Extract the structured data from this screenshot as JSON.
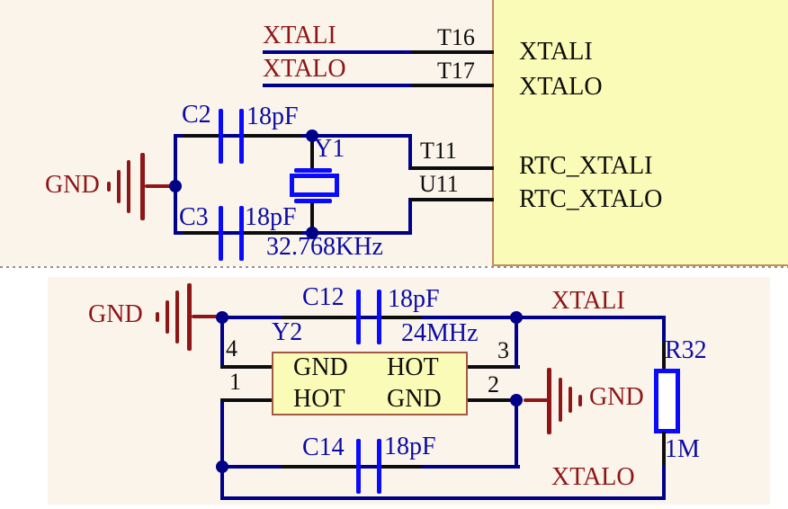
{
  "colors": {
    "cream": "#faf4eb",
    "yellow": "#fbfbb8",
    "yellowBorder": "#c58b60",
    "boxBorder": "#a35a45",
    "wire": "#000089",
    "blue": "#0a0aff",
    "navyText": "#0b0ba5",
    "red": "#8e1616",
    "black": "#0d0d0d",
    "dash": "#999081"
  },
  "top": {
    "gnd_label": "GND",
    "net_xtali": "XTALI",
    "net_xtalo": "XTALO",
    "pins": {
      "t16": "T16",
      "t17": "T17",
      "t11": "T11",
      "u11": "U11"
    },
    "ic": {
      "xtali": "XTALI",
      "xtalo": "XTALO",
      "rtc_xtali": "RTC_XTALI",
      "rtc_xtalo": "RTC_XTALO"
    },
    "c2": {
      "ref": "C2",
      "value": "18pF"
    },
    "c3": {
      "ref": "C3",
      "value": "18pF"
    },
    "y1": {
      "ref": "Y1",
      "value": "32.768KHz"
    }
  },
  "bottom": {
    "gnd_left": "GND",
    "gnd_right": "GND",
    "c12": {
      "ref": "C12",
      "value": "18pF"
    },
    "c14": {
      "ref": "C14",
      "value": "18pF"
    },
    "y2": {
      "ref": "Y2",
      "value": "24MHz",
      "pin4": "4",
      "pin1": "1",
      "pin3": "3",
      "pin2": "2",
      "top_left": "GND",
      "top_right": "HOT",
      "bottom_left": "HOT",
      "bottom_right": "GND"
    },
    "r32": {
      "ref": "R32",
      "value": "1M"
    },
    "net_xtali": "XTALI",
    "net_xtalo": "XTALO"
  }
}
